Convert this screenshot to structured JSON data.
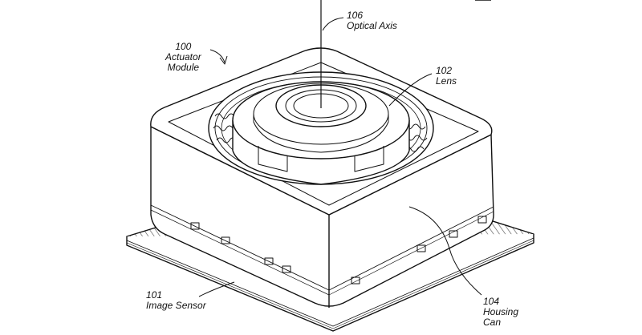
{
  "figure": {
    "labels": {
      "actuator": {
        "number": "100",
        "line1": "Actuator",
        "line2": "Module"
      },
      "optical_axis": {
        "number": "106",
        "text": "Optical Axis"
      },
      "lens": {
        "number": "102",
        "text": "Lens"
      },
      "image_sensor": {
        "number": "101",
        "text": "Image Sensor"
      },
      "housing": {
        "number": "104",
        "line1": "Housing",
        "line2": "Can"
      }
    }
  },
  "colors": {
    "line": "#111111",
    "background": "#ffffff",
    "hatch": "#555555"
  }
}
